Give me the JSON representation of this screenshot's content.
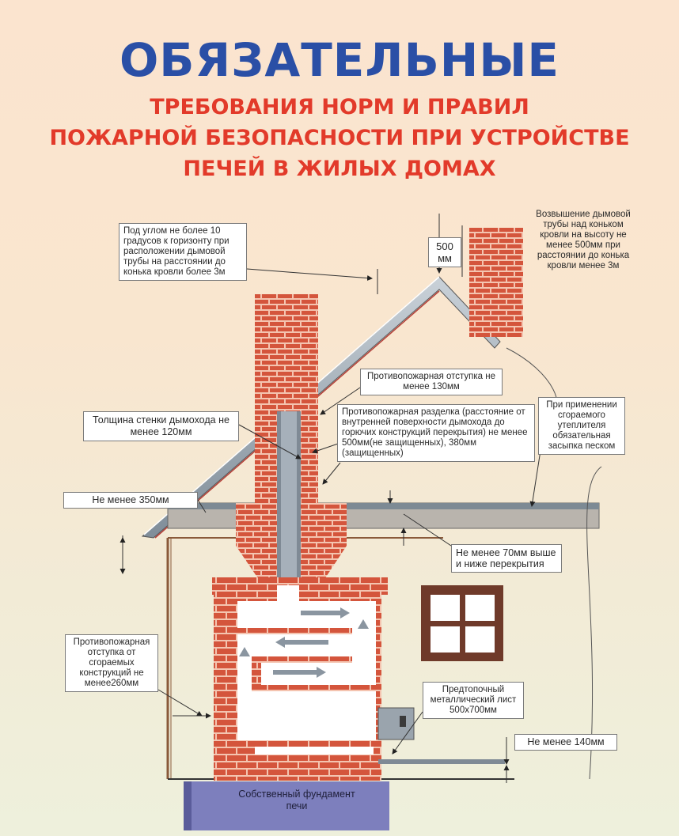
{
  "header": {
    "title": "ОБЯЗАТЕЛЬНЫЕ",
    "subtitle_line1": "ТРЕБОВАНИЯ НОРМ И ПРАВИЛ",
    "subtitle_line2": "ПОЖАРНОЙ БЕЗОПАСНОСТИ ПРИ УСТРОЙСТВЕ",
    "subtitle_line3": "ПЕЧЕЙ В ЖИЛЫХ ДОМАХ"
  },
  "callouts": {
    "angle": "Под углом не более 10 градусов к горизонту при расположении дымовой трубы на расстоянии до конька кровли более 3м",
    "mm500": "500 мм",
    "elevation": "Возвышение дымовой трубы над коньком кровли на высоту не менее 500мм при расстоянии до конька кровли менее 3м",
    "setback130": "Противопожарная отступка не менее 130мм",
    "wall120": "Толщина стенки дымохода не менее 120мм",
    "separation": "Противопожарная разделка (расстояние от внутренней поверхности дымохода до горючих конструкций перекрытия) не менее 500мм(не защищенных), 380мм (защищенных)",
    "insulation": "При применении сгораемого утеплителя обязательная засыпка песком",
    "min350": "Не менее 350мм",
    "min70": "Не менее 70мм выше и ниже перекрытия",
    "setback260": "Противопожарная отступка от сгораемых конструкций не менее260мм",
    "pre_firebox": "Предтопочный металлический лист 500х700мм",
    "min140": "Не менее 140мм",
    "foundation": "Собственный фундамент печи"
  },
  "colors": {
    "title_blue": "#2a4fa6",
    "subtitle_red": "#e23a2a",
    "brick": "#d4553c",
    "brick_mortar": "#f4c4b0",
    "roof": "#8a9aa6",
    "foundation": "#7d7fbd"
  }
}
